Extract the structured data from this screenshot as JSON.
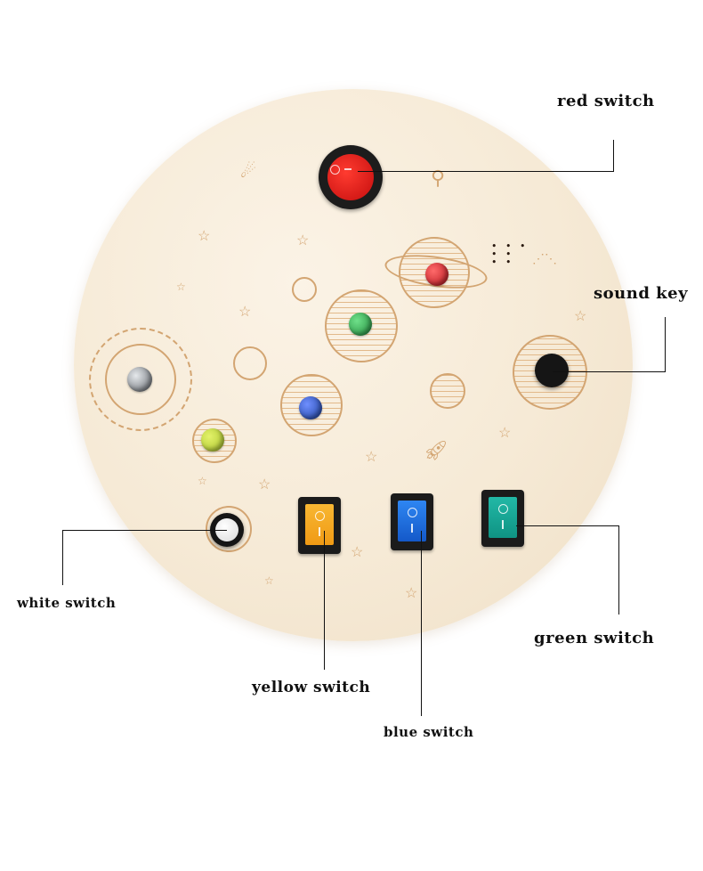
{
  "image": {
    "subject": "round wooden busy board with space-themed engravings, LEDs and switches",
    "background_color": "#ffffff",
    "board_color": "#f6ead6"
  },
  "callouts": [
    {
      "id": "red",
      "label": "red switch",
      "color": "#e11b1b"
    },
    {
      "id": "sound",
      "label": "sound key",
      "color": "#151515"
    },
    {
      "id": "white",
      "label": "white switch",
      "color": "#ffffff"
    },
    {
      "id": "yellow",
      "label": "yellow switch",
      "color": "#f5a623"
    },
    {
      "id": "blue",
      "label": "blue switch",
      "color": "#1f6fe0"
    },
    {
      "id": "green",
      "label": "green switch",
      "color": "#1aa89a"
    }
  ],
  "switch_markings": {
    "off": "O",
    "on": "I"
  },
  "leds": [
    {
      "color": "red",
      "hex": "#b3121b"
    },
    {
      "color": "green",
      "hex": "#1f8a3a"
    },
    {
      "color": "blue",
      "hex": "#1c3f9c"
    },
    {
      "color": "yellow-green",
      "hex": "#a7c12a"
    },
    {
      "color": "clear",
      "hex": "#9aa0a6"
    }
  ]
}
